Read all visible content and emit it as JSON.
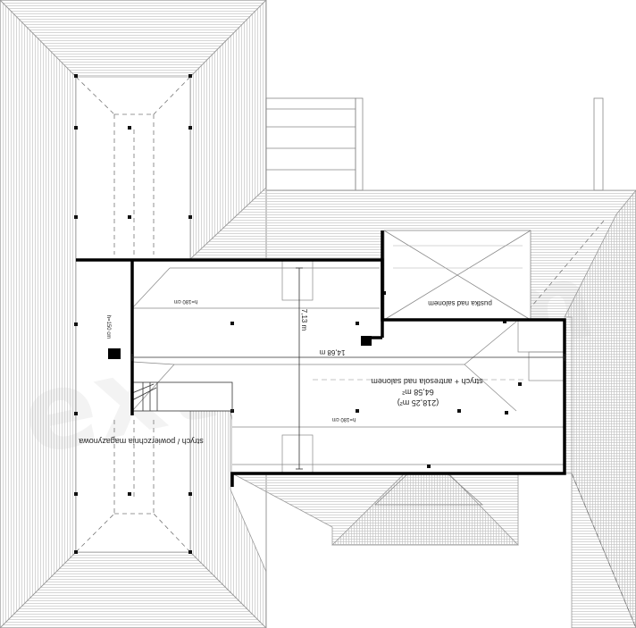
{
  "rooms": [
    {
      "label": "strych / powierzchnia magazynowa"
    },
    {
      "label": "strych + antresola nad salonem",
      "area": "64,58 m²",
      "area_alt": "(218,25 m²)"
    },
    {
      "label": "pustka nad salonem"
    }
  ],
  "dimensions": {
    "width": "14,68 m",
    "depth": "7,13 m",
    "height_180_left": "h=180 cm",
    "height_180_right": "h=180 cm",
    "height_150": "h=150 cm"
  },
  "watermark": "extradom",
  "colors": {
    "wall": "#000000",
    "roof_line": "#9a9a9a",
    "hatch": "#c4c4c4",
    "background": "#ffffff"
  }
}
